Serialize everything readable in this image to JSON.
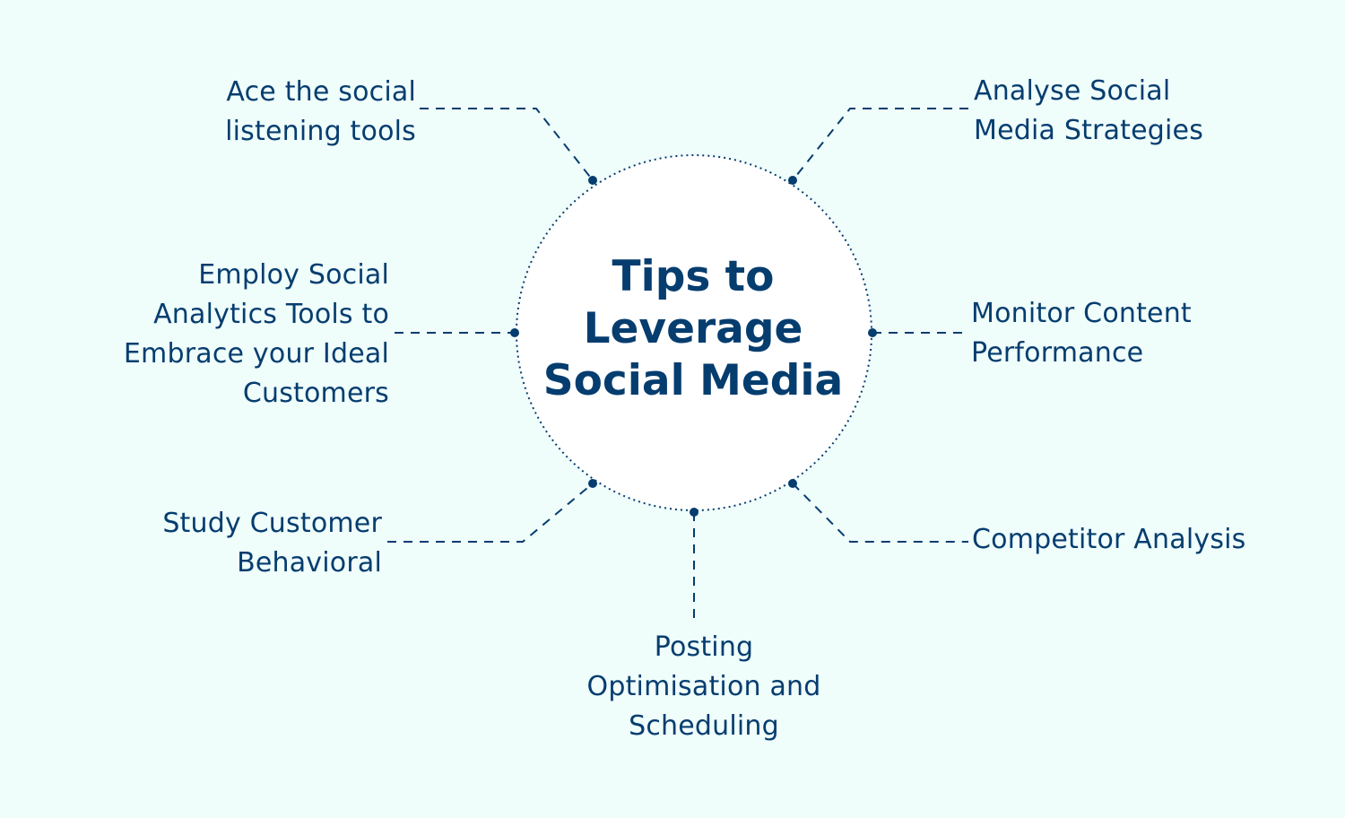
{
  "center": {
    "title_lines": [
      "Tips to",
      "Leverage",
      "Social Media"
    ]
  },
  "tips": {
    "ace": [
      "Ace the social",
      "listening tools"
    ],
    "analyse": [
      "Analyse Social",
      "Media Strategies"
    ],
    "employ": [
      "Employ Social",
      "Analytics Tools to",
      "Embrace your Ideal",
      "Customers"
    ],
    "monitor": [
      "Monitor Content",
      "Performance"
    ],
    "study": [
      "Study Customer",
      "Behavioral"
    ],
    "competitor": [
      "Competitor Analysis"
    ],
    "posting": [
      "Posting",
      "Optimisation and",
      "Scheduling"
    ]
  },
  "colors": {
    "background": "#effdfb",
    "circle_fill": "#ffffff",
    "accent": "#063d6f"
  }
}
